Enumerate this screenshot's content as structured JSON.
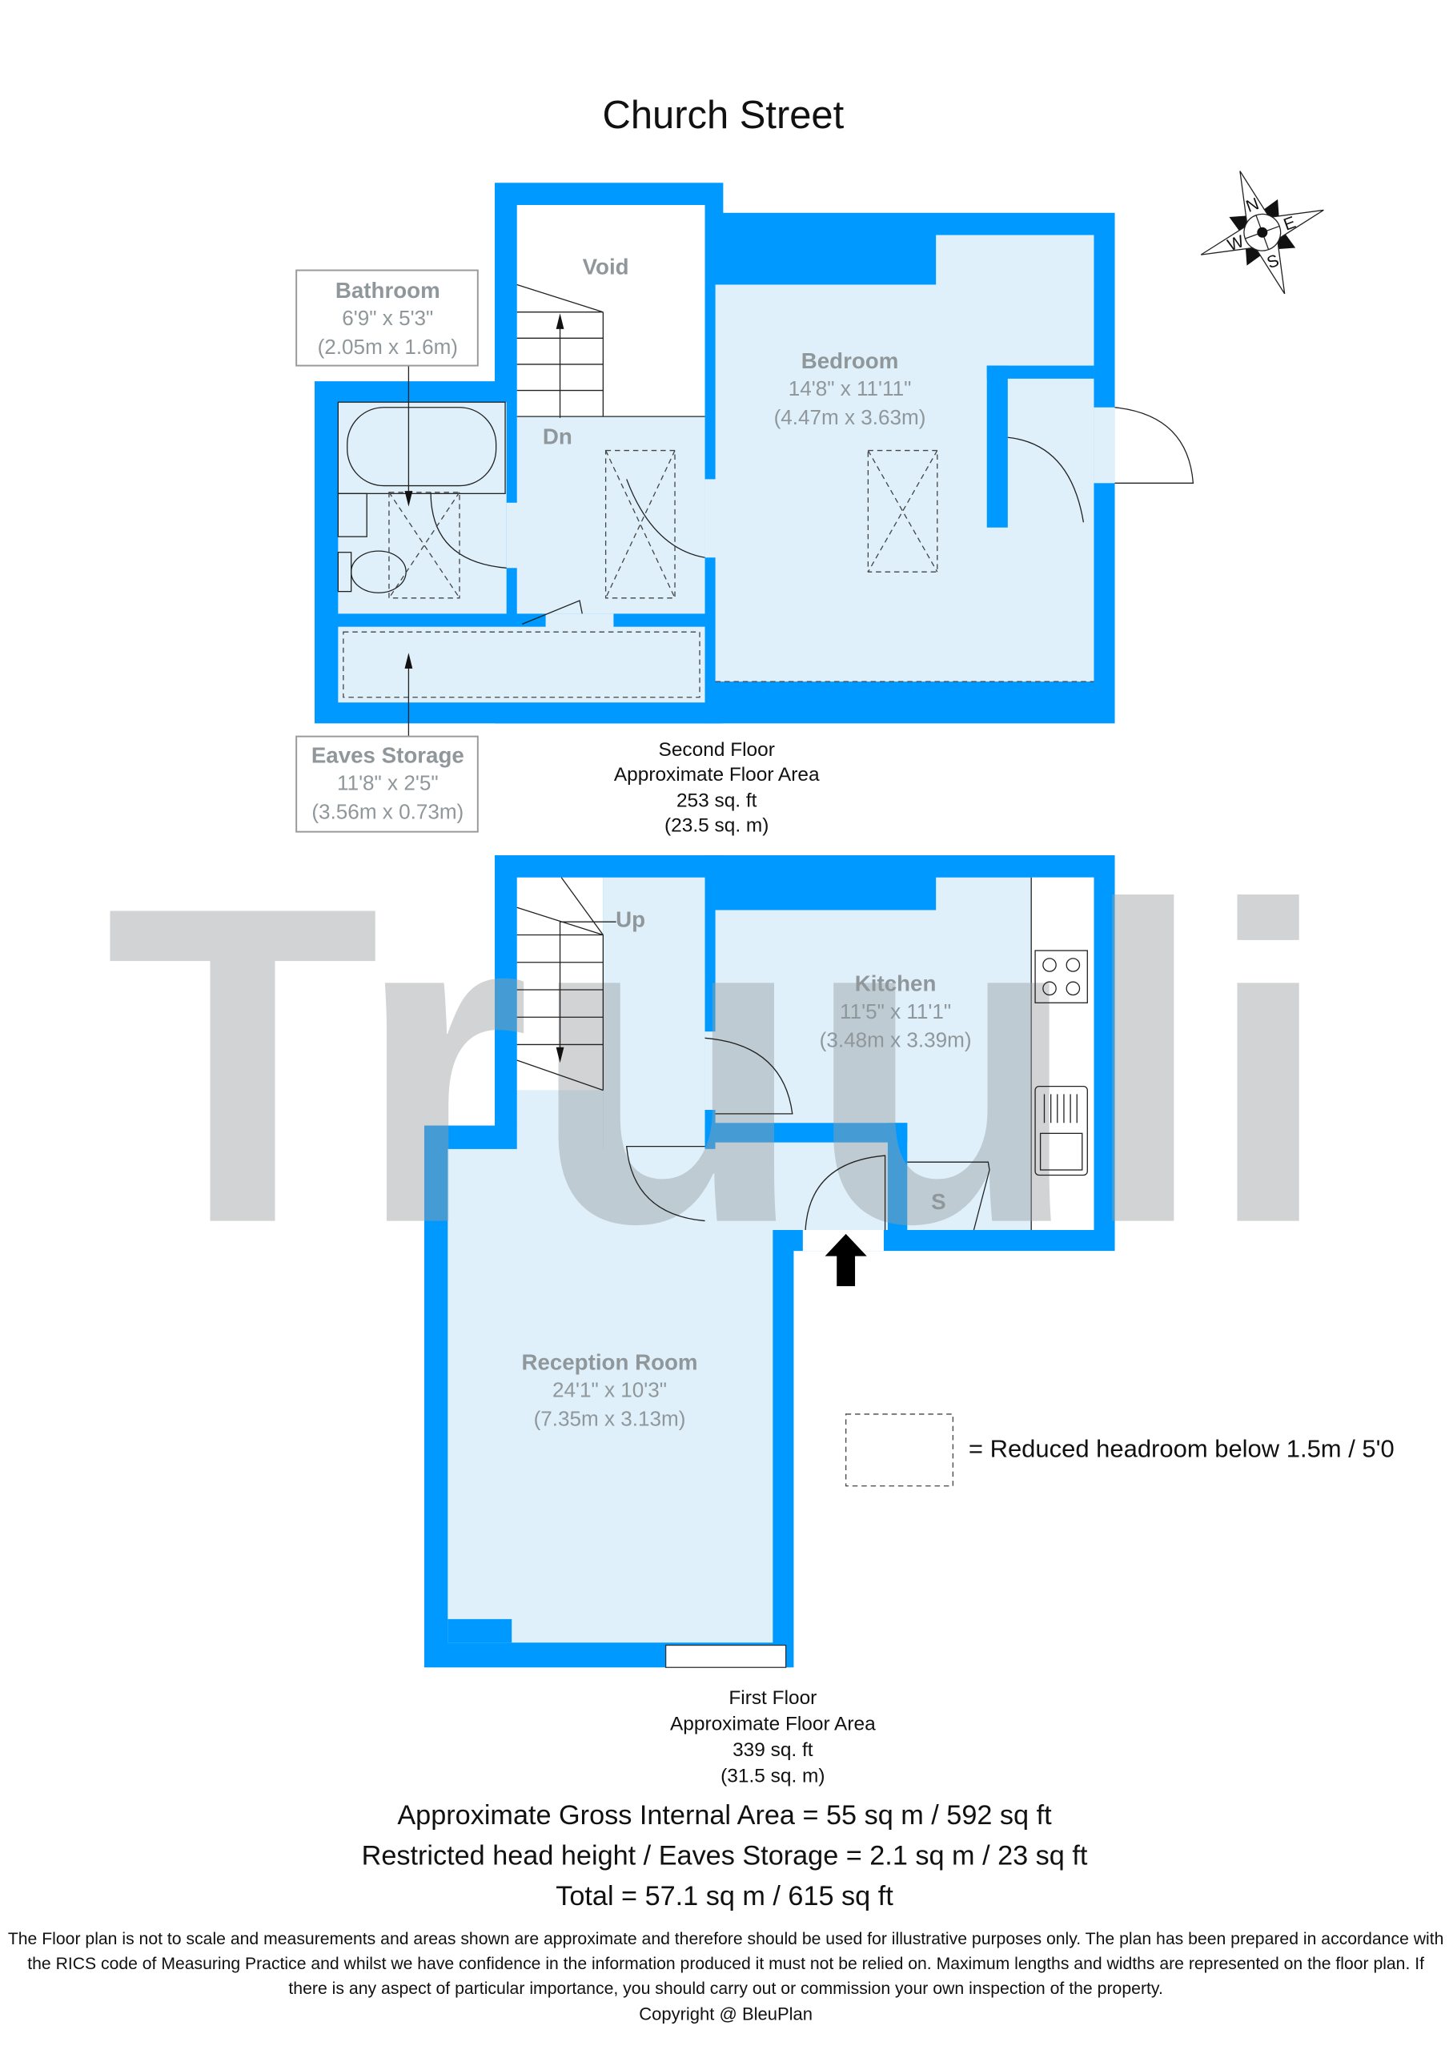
{
  "title": "Church Street",
  "watermark": "Truuli",
  "colors": {
    "wall": "#0099ff",
    "floor": "#dff0fb",
    "label": "#8f979b"
  },
  "compass": {
    "n": "N",
    "e": "E",
    "s": "S",
    "w": "W"
  },
  "second_floor": {
    "rooms": {
      "bathroom": {
        "name": "Bathroom",
        "imperial": "6'9\" x 5'3\"",
        "metric": "(2.05m x 1.6m)"
      },
      "eaves": {
        "name": "Eaves Storage",
        "imperial": "11'8\" x 2'5\"",
        "metric": "(3.56m x 0.73m)"
      },
      "void": {
        "name": "Void"
      },
      "bedroom": {
        "name": "Bedroom",
        "imperial": "14'8\" x 11'11\"",
        "metric": "(4.47m x 3.63m)"
      },
      "stairs": {
        "name": "Dn"
      }
    },
    "caption": {
      "name": "Second Floor",
      "label": "Approximate Floor Area",
      "sqft": "253 sq. ft",
      "sqm": "(23.5 sq. m)"
    }
  },
  "first_floor": {
    "rooms": {
      "stairs": {
        "name": "Up"
      },
      "kitchen": {
        "name": "Kitchen",
        "imperial": "11'5\" x 11'1\"",
        "metric": "(3.48m x 3.39m)"
      },
      "storage": {
        "name": "S"
      },
      "reception": {
        "name": "Reception Room",
        "imperial": "24'1\" x 10'3\"",
        "metric": "(7.35m x 3.13m)"
      }
    },
    "caption": {
      "name": "First Floor",
      "label": "Approximate Floor Area",
      "sqft": "339 sq. ft",
      "sqm": "(31.5 sq. m)"
    }
  },
  "legend": {
    "text": "= Reduced headroom below 1.5m / 5'0"
  },
  "totals": {
    "gross": "Approximate Gross Internal Area = 55 sq m / 592 sq ft",
    "restricted": "Restricted head height / Eaves Storage = 2.1 sq m / 23 sq ft",
    "total": "Total = 57.1 sq m / 615 sq ft"
  },
  "disclaimer": [
    "The Floor plan is not to scale and measurements and areas shown are approximate and therefore should be used for illustrative purposes only. The plan has been prepared in accordance with",
    "the RICS code of Measuring Practice and whilst we have confidence in the information produced it must not be relied on. Maximum lengths and widths are represented on the floor plan. If",
    "there is any aspect of particular importance, you should carry out or commission your own inspection of the property."
  ],
  "copyright": "Copyright @ BleuPlan"
}
